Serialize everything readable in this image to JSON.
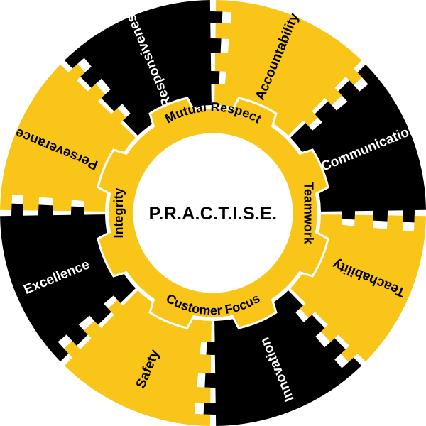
{
  "center": {
    "title": "P.R.A.C.T.I.S.E."
  },
  "outer_segments": [
    {
      "label": "Accountability",
      "fill": "#F9C518",
      "text_color": "#000000"
    },
    {
      "label": "Communication",
      "fill": "#000000",
      "text_color": "#FFFFFF"
    },
    {
      "label": "Teachability",
      "fill": "#F9C518",
      "text_color": "#000000"
    },
    {
      "label": "Innovation",
      "fill": "#000000",
      "text_color": "#FFFFFF"
    },
    {
      "label": "Safety",
      "fill": "#F9C518",
      "text_color": "#000000"
    },
    {
      "label": "Excellence",
      "fill": "#000000",
      "text_color": "#FFFFFF"
    },
    {
      "label": "Perseverance",
      "fill": "#F9C518",
      "text_color": "#000000"
    },
    {
      "label": "Responsiveness",
      "fill": "#000000",
      "text_color": "#FFFFFF"
    }
  ],
  "inner_ring": {
    "fill": "#F9C518",
    "items": [
      {
        "label": "Mutual Respect",
        "position": "top"
      },
      {
        "label": "Teamwork",
        "position": "right"
      },
      {
        "label": "Customer Focus",
        "position": "bottom"
      },
      {
        "label": "Integrity",
        "position": "left"
      }
    ]
  },
  "colors": {
    "yellow": "#F9C518",
    "black": "#000000",
    "white": "#FFFFFF"
  }
}
